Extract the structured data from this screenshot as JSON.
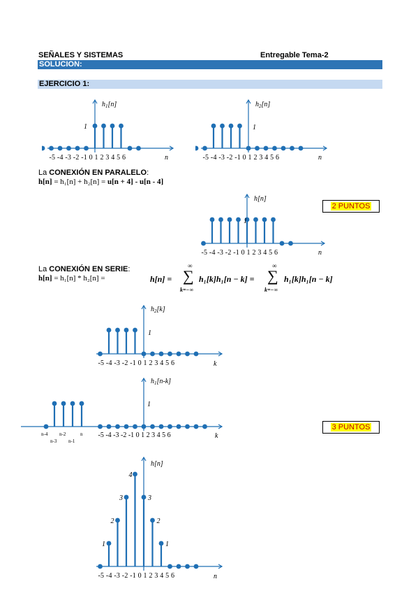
{
  "header": {
    "course": "SEÑALES Y SISTEMAS",
    "deliverable": "Entregable Tema-2"
  },
  "solution_band": "SOLUCION:",
  "exercise_band": "EJERCICIO 1:",
  "colors": {
    "stem": "#1f6fb4",
    "band_dark": "#2e74b5",
    "band_light": "#c5d9f1",
    "points_bg": "#ffff00",
    "points_text": "#c00000"
  },
  "tick_labels": "-5 -4 -3 -2 -1 0 1 2 3 4 5 6",
  "plots": {
    "h1": {
      "ylabel": "h1[n]",
      "y_mark": "1",
      "xlabel": "n",
      "nonzero_n": [
        0,
        1,
        2,
        3
      ],
      "values": [
        1,
        1,
        1,
        1
      ]
    },
    "h2": {
      "ylabel": "h2[n]",
      "y_mark": "1",
      "xlabel": "n",
      "nonzero_n": [
        -4,
        -3,
        -2,
        -1
      ],
      "values": [
        1,
        1,
        1,
        1
      ]
    },
    "parallel": {
      "ylabel": "h[n]",
      "y_mark": "1",
      "xlabel": "n",
      "nonzero_n": [
        -4,
        -3,
        -2,
        -1,
        0,
        1,
        2,
        3
      ],
      "values": [
        1,
        1,
        1,
        1,
        1,
        1,
        1,
        1
      ]
    },
    "h2k": {
      "ylabel": "h2[k]",
      "y_mark": "1",
      "xlabel": "k",
      "nonzero_n": [
        -4,
        -3,
        -2,
        -1
      ],
      "values": [
        1,
        1,
        1,
        1
      ]
    },
    "h1nk": {
      "ylabel": "h1[n-k]",
      "y_mark": "1",
      "xlabel": "k",
      "shift_labels": [
        "n-4",
        "n-2",
        "n",
        "n-3",
        "n-1"
      ]
    },
    "series": {
      "ylabel": "h[n]",
      "xlabel": "n",
      "nonzero_n": [
        -4,
        -3,
        -2,
        -1,
        0,
        1,
        2
      ],
      "values": [
        1,
        2,
        3,
        4,
        3,
        2,
        1
      ]
    }
  },
  "parallel": {
    "la": "La ",
    "title": "CONEXIÓN EN PARALELO",
    "colon": ":",
    "eq_lhs": "h[n]",
    "eq_mid": " = h₁[n] + h₂[n] = ",
    "eq_rhs": "u[n + 4] - u[n - 4]",
    "points": "2 PUNTOS"
  },
  "series": {
    "la": "La ",
    "title": "CONEXIÓN EN SERIE",
    "colon": ":",
    "eq_lhs": "h[n]",
    "eq_mid": " = h₁[n] * h₂[n] =",
    "formula": {
      "lhs": "h[n] =",
      "sum_top": "∞",
      "sum_bottom": "k=−∞",
      "term": "h₁[k]h₁[n − k] =",
      "term2": "h₁[k]h₁[n − k]"
    },
    "points": "3 PUNTOS"
  }
}
